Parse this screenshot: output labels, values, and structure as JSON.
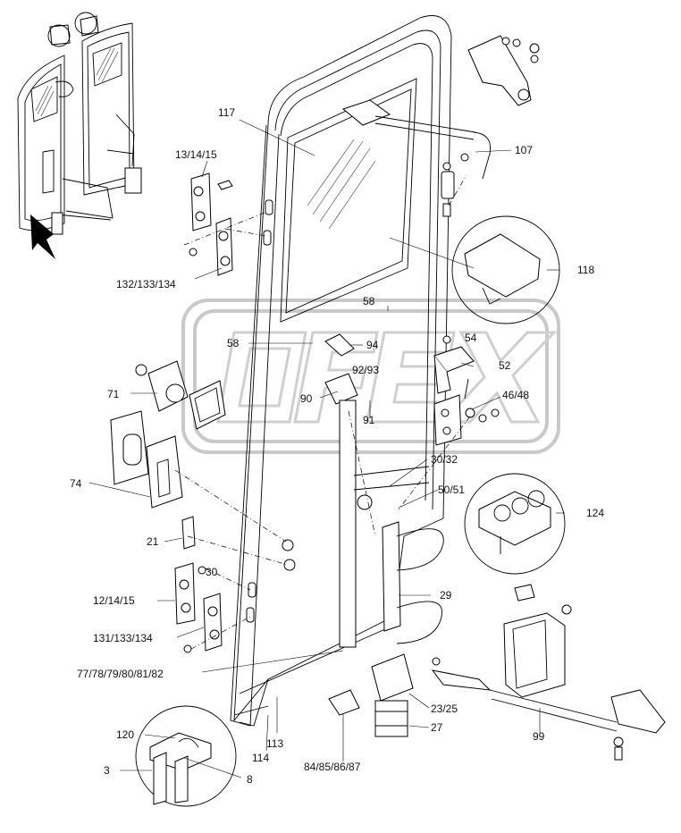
{
  "diagram": {
    "callouts": [
      {
        "id": "c117",
        "label": "117"
      },
      {
        "id": "c13_14_15",
        "label": "13/14/15"
      },
      {
        "id": "c132_133_134",
        "label": "132/133/134"
      },
      {
        "id": "c107",
        "label": "107"
      },
      {
        "id": "c118",
        "label": "118"
      },
      {
        "id": "c58a",
        "label": "58"
      },
      {
        "id": "c58b",
        "label": "58"
      },
      {
        "id": "c94",
        "label": "94"
      },
      {
        "id": "c92_93",
        "label": "92/93"
      },
      {
        "id": "c90",
        "label": "90"
      },
      {
        "id": "c91",
        "label": "91"
      },
      {
        "id": "c54",
        "label": "54"
      },
      {
        "id": "c52",
        "label": "52"
      },
      {
        "id": "c46_48",
        "label": "46/48"
      },
      {
        "id": "c71",
        "label": "71"
      },
      {
        "id": "c74",
        "label": "74"
      },
      {
        "id": "c21",
        "label": "21"
      },
      {
        "id": "c30",
        "label": "30"
      },
      {
        "id": "c12_14_15",
        "label": "12/14/15"
      },
      {
        "id": "c131_133_134",
        "label": "131/133/134"
      },
      {
        "id": "c77_82",
        "label": "77/78/79/80/81/82"
      },
      {
        "id": "c30_32",
        "label": "30/32"
      },
      {
        "id": "c50_51",
        "label": "50/51"
      },
      {
        "id": "c124",
        "label": "124"
      },
      {
        "id": "c29",
        "label": "29"
      },
      {
        "id": "c23_25",
        "label": "23/25"
      },
      {
        "id": "c27",
        "label": "27"
      },
      {
        "id": "c99",
        "label": "99"
      },
      {
        "id": "c120",
        "label": "120"
      },
      {
        "id": "c3",
        "label": "3"
      },
      {
        "id": "c8",
        "label": "8"
      },
      {
        "id": "c113",
        "label": "113"
      },
      {
        "id": "c114",
        "label": "114"
      },
      {
        "id": "c84_87",
        "label": "84/85/86/87"
      }
    ]
  }
}
